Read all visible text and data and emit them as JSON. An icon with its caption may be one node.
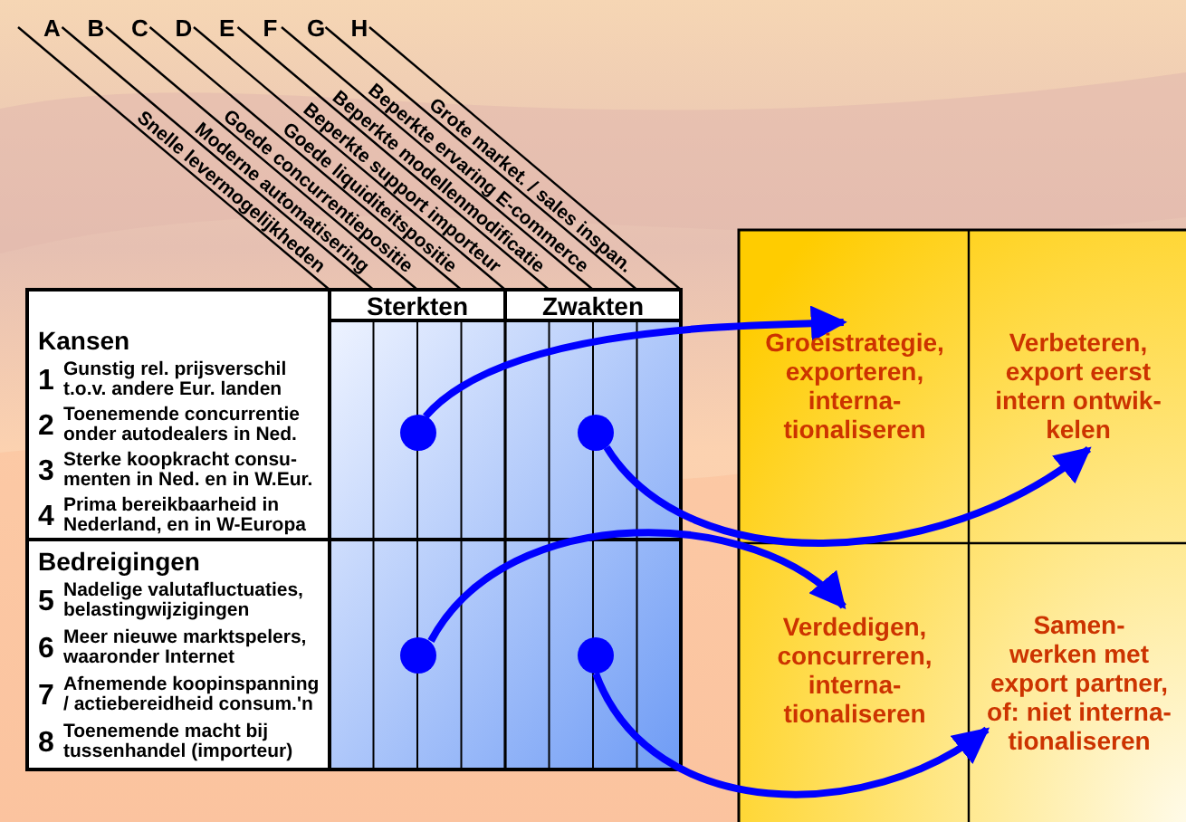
{
  "diagram": {
    "nodes": [
      {
        "text": [],
        "shape": "circle"
      },
      {
        "text": [],
        "shape": "circle"
      },
      {
        "text": [],
        "shape": "circle"
      },
      {
        "text": [],
        "shape": "circle"
      },
      {
        "text": [
          "Groeistrategie, exporteren, interna- tionaliseren"
        ]
      },
      {
        "text": [
          "Verbeteren, export eerst intern ontwik- kelen"
        ]
      },
      {
        "text": [
          "Verdedigen, concurreren, interna- tionaliseren"
        ]
      },
      {
        "text": [
          "Samen- werken met export partner, of: niet interna- tionaliseren"
        ]
      }
    ],
    "edges": [
      {
        "from": 0,
        "to": 4,
        "arrow": "to"
      },
      {
        "from": 1,
        "to": 5,
        "arrow": "to"
      },
      {
        "from": 2,
        "to": 6,
        "arrow": "to"
      },
      {
        "from": 3,
        "to": 7,
        "arrow": "to"
      }
    ],
    "labels": [
      "A",
      "B",
      "C",
      "D",
      "E",
      "F",
      "G",
      "H",
      "Snelle levermogelijkheden",
      "Moderne automatisering",
      "Goede concurrentiepositie",
      "Goede liquiditeitspositie",
      "Beperkte support importeur",
      "Beperkte modellenmodificatie",
      "Beperkte ervaring E-commerce",
      "Grote market. / sales inspan.",
      "Sterkten",
      "Zwakten",
      "Kansen",
      "1",
      "Gunstig rel. prijsverschil t.o.v. andere Eur. landen",
      "2",
      "Toenemende concurrentie onder autodealers in Ned.",
      "3",
      "Sterke koopkracht consu- menten in Ned. en in W.Eur.",
      "4",
      "Prima bereikbaarheid in Nederland, en in W-Europa",
      "Bedreigingen",
      "5",
      "Nadelige valutafluctuaties, belastingwijzigingen",
      "6",
      "Meer nieuwe marktspelers, waaronder Internet",
      "7",
      "Afnemende koopinspanning / actiebereidheid consum.'n",
      "8",
      "Toenemende macht bij tussenhandel (importeur)"
    ]
  }
}
